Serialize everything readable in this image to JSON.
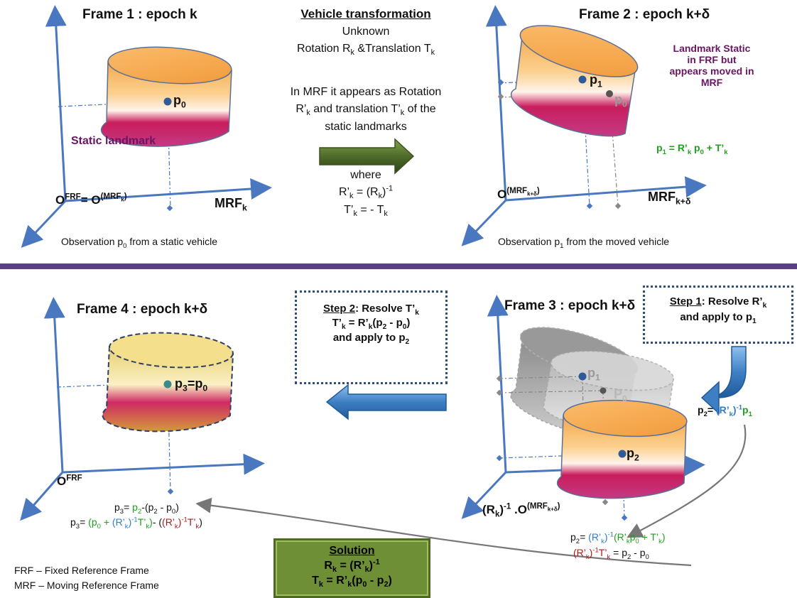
{
  "frames": {
    "frame1": {
      "title": "Frame 1 : epoch k",
      "origin_label": "O",
      "origin_sup1": "FRF",
      "origin_eq": "= O",
      "origin_sup2": "(MRF",
      "origin_sup2_sub": "k",
      "origin_sup2_end": ")",
      "axis_label": "MRF",
      "axis_sub": "k",
      "point_label": "p",
      "point_sub": "0",
      "landmark_label": "Static landmark",
      "caption_pre": "Observation p",
      "caption_sub": "0",
      "caption_post": " from a static vehicle"
    },
    "frame2": {
      "title": "Frame 2 : epoch k+δ",
      "origin_label": "O",
      "origin_sup": "(MRF",
      "origin_sup_sub": "k+δ",
      "origin_sup_end": ")",
      "axis_label": "MRF",
      "axis_sub": "k+δ",
      "point1_label": "p",
      "point1_sub": "1",
      "point0_label": "p",
      "point0_sub": "0",
      "note_line1": "Landmark Static",
      "note_line2": "in FRF but",
      "note_line3": "appears moved in",
      "note_line4": "MRF",
      "eq_lhs": "p",
      "eq_lhs_sub": "1",
      "eq_rhs": " = R’",
      "eq_rhs_sub": "k",
      "eq_mid": " p",
      "eq_mid_sub": "0",
      "eq_end": " + T’",
      "eq_end_sub": "k",
      "caption_pre": "Observation p",
      "caption_sub": "1",
      "caption_post": " from the moved vehicle"
    },
    "frame3": {
      "title": "Frame 3 : epoch k+δ",
      "origin_pre": "(R",
      "origin_pre_sub": "k",
      "origin_pre_sup": "-1",
      "origin_mid": " .O",
      "origin_sup": "(MRF",
      "origin_sup_sub": "k+δ",
      "origin_sup_end": ")",
      "ghost_p1": "p",
      "ghost_p1_sub": "1",
      "ghost_p0": "P",
      "ghost_p0_sub": "0",
      "point_label": "p",
      "point_sub": "2"
    },
    "frame4": {
      "title": "Frame 4 : epoch k+δ",
      "origin_label": "O",
      "origin_sup": "FRF",
      "point_label": "p",
      "point_sub": "3",
      "point_eq": "=p",
      "point_eq_sub": "0"
    }
  },
  "vehicle_transformation": {
    "heading": "Vehicle transformation",
    "line1": "Unknown",
    "line2_pre": "Rotation R",
    "line2_sub1": "k",
    "line2_mid": " &Translation T",
    "line2_sub2": "k",
    "mrf_line1": "In MRF it appears as Rotation",
    "mrf_line2_pre": "R’",
    "mrf_line2_sub": "k",
    "mrf_line2_mid": " and translation T’",
    "mrf_line2_sub2": "k",
    "mrf_line2_end": " of the",
    "mrf_line3": "static landmarks",
    "where": "where",
    "where_r_pre": "R’",
    "where_r_sub": "k",
    "where_r_mid": " = (R",
    "where_r_sub2": "k",
    "where_r_end": ")",
    "where_r_sup": "-1",
    "where_t_pre": "T’",
    "where_t_sub": "k",
    "where_t_mid": " = - T",
    "where_t_sub2": "k"
  },
  "step1": {
    "label": "Step 1",
    "text_pre": ": Resolve R’",
    "text_sub": "k",
    "line2_pre": "and apply to p",
    "line2_sub": "1"
  },
  "step2": {
    "label": "Step 2",
    "text_pre": ": Resolve T’",
    "text_sub": "k",
    "line2_a": "T’",
    "line2_a_sub": "k",
    "line2_b": " = R’",
    "line2_b_sub": "k",
    "line2_c": "(p",
    "line2_c_sub": "2",
    "line2_d": " - p",
    "line2_d_sub": "0",
    "line2_e": ")",
    "line3_pre": "and apply to p",
    "line3_sub": "2"
  },
  "p2_eq_a": {
    "lhs": "p",
    "lhs_sub": "2",
    "eq": "= ",
    "r": "(R’",
    "r_sub": "k",
    "r_end": ")",
    "r_sup": "-1",
    "p": "p",
    "p_sub": "1"
  },
  "p2_eq_b": {
    "lhs": "p",
    "lhs_sub": "2",
    "eq": "= ",
    "r": "(R’",
    "r_sub": "k",
    "r_end": ")",
    "r_sup": "-1",
    "g1": "(R’",
    "g1_sub": "k",
    "g2": "p",
    "g2_sub": "0",
    "g3": " + T’",
    "g3_sub": "k",
    "g4": ")"
  },
  "rt_eq": {
    "r": "(R’",
    "r_sub": "k",
    "r_end": ")",
    "r_sup": "-1",
    "t": "T’",
    "t_sub": "k",
    "rest": " = p",
    "rest_sub": "2",
    "rest2": " - p",
    "rest2_sub": "0"
  },
  "p3_eq_a": {
    "lhs": "p",
    "lhs_sub": "3",
    "eq": "= ",
    "p2": "p",
    "p2_sub": "2",
    "dash": "-",
    "paren": "(p",
    "paren_sub": "2",
    "minus": " - p",
    "minus_sub": "0",
    "close": ")"
  },
  "p3_eq_b": {
    "lhs": "p",
    "lhs_sub": "3",
    "eq": "= ",
    "open": "(",
    "g_p0": "p",
    "g_p0_sub": "0",
    "g_plus": " + ",
    "b_r": "(R’",
    "b_r_sub": "k",
    "b_r_end": ")",
    "b_r_sup": "-1",
    "b_t": "T’",
    "b_t_sub": "k",
    "close1": ")",
    "dash": "- (",
    "r_r": "(R’",
    "r_r_sub": "k",
    "r_r_end": ")",
    "r_r_sup": "-1",
    "r_t": "T’",
    "r_t_sub": "k",
    "close2": ")"
  },
  "solution": {
    "title": "Solution",
    "r_pre": "R",
    "r_sub": "k",
    "r_mid": " = (R’",
    "r_sub2": "k",
    "r_end": ")",
    "r_sup": "-1",
    "t_pre": "T",
    "t_sub": "k",
    "t_mid": " = R’",
    "t_sub2": "k",
    "t_p": "(p",
    "t_p_sub": "0",
    "t_minus": " - p",
    "t_minus_sub": "2",
    "t_end": ")"
  },
  "legend": {
    "frf": "FRF – Fixed Reference Frame",
    "mrf": "MRF – Moving Reference Frame"
  },
  "colors": {
    "axis": "#4a78c0",
    "divider": "#5a3f86",
    "arrow_green": "#4f6b2a",
    "arrow_blue": "#3e7fc4",
    "point": "#2f5b9a",
    "box_border": "#2f4f7a"
  }
}
